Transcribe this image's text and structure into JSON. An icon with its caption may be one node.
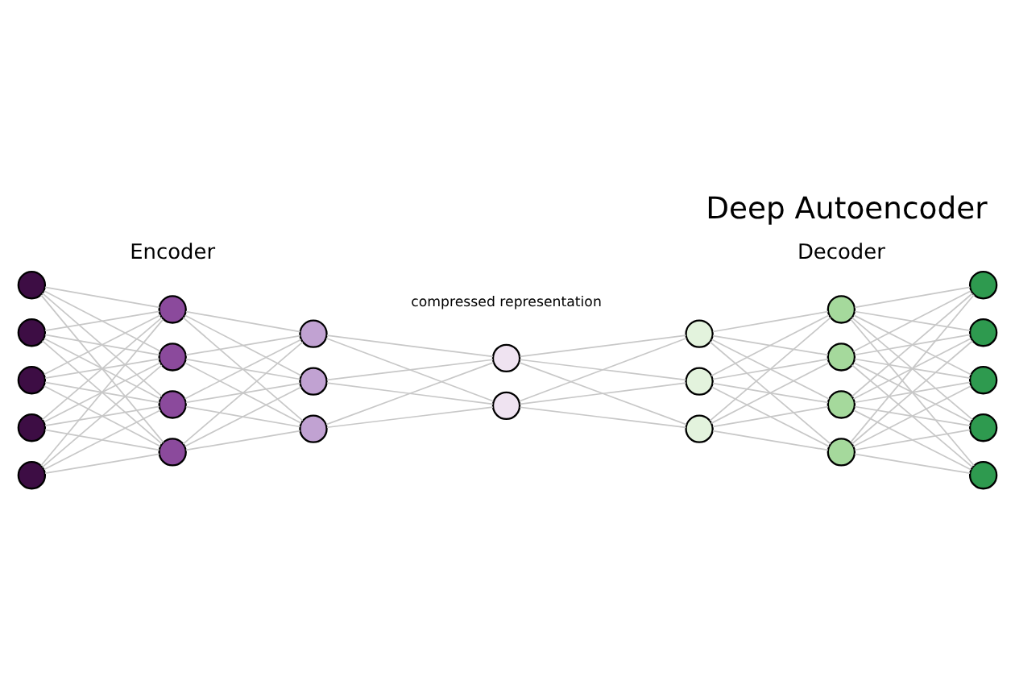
{
  "diagram": {
    "title": "Deep Autoencoder",
    "nodes": [
      {
        "text": [],
        "shape": "circle"
      },
      {
        "text": [],
        "shape": "circle"
      },
      {
        "text": [],
        "shape": "circle"
      },
      {
        "text": [],
        "shape": "circle"
      },
      {
        "text": [],
        "shape": "circle"
      },
      {
        "text": [],
        "shape": "circle"
      },
      {
        "text": [],
        "shape": "circle"
      },
      {
        "text": [],
        "shape": "circle"
      },
      {
        "text": [],
        "shape": "circle"
      },
      {
        "text": [],
        "shape": "circle"
      },
      {
        "text": [],
        "shape": "circle"
      },
      {
        "text": [],
        "shape": "circle"
      },
      {
        "text": [],
        "shape": "circle"
      },
      {
        "text": [],
        "shape": "circle"
      },
      {
        "text": [],
        "shape": "circle"
      },
      {
        "text": [],
        "shape": "circle"
      },
      {
        "text": [],
        "shape": "circle"
      },
      {
        "text": [],
        "shape": "circle"
      },
      {
        "text": [],
        "shape": "circle"
      },
      {
        "text": [],
        "shape": "circle"
      },
      {
        "text": [],
        "shape": "circle"
      },
      {
        "text": [],
        "shape": "circle"
      },
      {
        "text": [],
        "shape": "circle"
      },
      {
        "text": [],
        "shape": "circle"
      },
      {
        "text": [],
        "shape": "circle"
      },
      {
        "text": [],
        "shape": "circle"
      }
    ],
    "edges": [
      {
        "from": 0,
        "to": 5,
        "arrow": "none"
      },
      {
        "from": 0,
        "to": 6,
        "arrow": "none"
      },
      {
        "from": 0,
        "to": 7,
        "arrow": "none"
      },
      {
        "from": 0,
        "to": 8,
        "arrow": "none"
      },
      {
        "from": 1,
        "to": 5,
        "arrow": "none"
      },
      {
        "from": 1,
        "to": 6,
        "arrow": "none"
      },
      {
        "from": 1,
        "to": 7,
        "arrow": "none"
      },
      {
        "from": 1,
        "to": 8,
        "arrow": "none"
      },
      {
        "from": 2,
        "to": 5,
        "arrow": "none"
      },
      {
        "from": 2,
        "to": 6,
        "arrow": "none"
      },
      {
        "from": 2,
        "to": 7,
        "arrow": "none"
      },
      {
        "from": 2,
        "to": 8,
        "arrow": "none"
      },
      {
        "from": 3,
        "to": 5,
        "arrow": "none"
      },
      {
        "from": 3,
        "to": 6,
        "arrow": "none"
      },
      {
        "from": 3,
        "to": 7,
        "arrow": "none"
      },
      {
        "from": 3,
        "to": 8,
        "arrow": "none"
      },
      {
        "from": 4,
        "to": 5,
        "arrow": "none"
      },
      {
        "from": 4,
        "to": 6,
        "arrow": "none"
      },
      {
        "from": 4,
        "to": 7,
        "arrow": "none"
      },
      {
        "from": 4,
        "to": 8,
        "arrow": "none"
      },
      {
        "from": 5,
        "to": 9,
        "arrow": "none"
      },
      {
        "from": 5,
        "to": 10,
        "arrow": "none"
      },
      {
        "from": 5,
        "to": 11,
        "arrow": "none"
      },
      {
        "from": 6,
        "to": 9,
        "arrow": "none"
      },
      {
        "from": 6,
        "to": 10,
        "arrow": "none"
      },
      {
        "from": 6,
        "to": 11,
        "arrow": "none"
      },
      {
        "from": 7,
        "to": 9,
        "arrow": "none"
      },
      {
        "from": 7,
        "to": 10,
        "arrow": "none"
      },
      {
        "from": 7,
        "to": 11,
        "arrow": "none"
      },
      {
        "from": 8,
        "to": 9,
        "arrow": "none"
      },
      {
        "from": 8,
        "to": 10,
        "arrow": "none"
      },
      {
        "from": 8,
        "to": 11,
        "arrow": "none"
      },
      {
        "from": 9,
        "to": 12,
        "arrow": "none"
      },
      {
        "from": 9,
        "to": 13,
        "arrow": "none"
      },
      {
        "from": 10,
        "to": 12,
        "arrow": "none"
      },
      {
        "from": 10,
        "to": 13,
        "arrow": "none"
      },
      {
        "from": 11,
        "to": 12,
        "arrow": "none"
      },
      {
        "from": 11,
        "to": 13,
        "arrow": "none"
      },
      {
        "from": 12,
        "to": 14,
        "arrow": "none"
      },
      {
        "from": 12,
        "to": 15,
        "arrow": "none"
      },
      {
        "from": 12,
        "to": 16,
        "arrow": "none"
      },
      {
        "from": 13,
        "to": 14,
        "arrow": "none"
      },
      {
        "from": 13,
        "to": 15,
        "arrow": "none"
      },
      {
        "from": 13,
        "to": 16,
        "arrow": "none"
      },
      {
        "from": 14,
        "to": 17,
        "arrow": "none"
      },
      {
        "from": 14,
        "to": 18,
        "arrow": "none"
      },
      {
        "from": 14,
        "to": 19,
        "arrow": "none"
      },
      {
        "from": 14,
        "to": 20,
        "arrow": "none"
      },
      {
        "from": 15,
        "to": 17,
        "arrow": "none"
      },
      {
        "from": 15,
        "to": 18,
        "arrow": "none"
      },
      {
        "from": 15,
        "to": 19,
        "arrow": "none"
      },
      {
        "from": 15,
        "to": 20,
        "arrow": "none"
      },
      {
        "from": 16,
        "to": 17,
        "arrow": "none"
      },
      {
        "from": 16,
        "to": 18,
        "arrow": "none"
      },
      {
        "from": 16,
        "to": 19,
        "arrow": "none"
      },
      {
        "from": 16,
        "to": 20,
        "arrow": "none"
      },
      {
        "from": 17,
        "to": 21,
        "arrow": "none"
      },
      {
        "from": 17,
        "to": 22,
        "arrow": "none"
      },
      {
        "from": 17,
        "to": 23,
        "arrow": "none"
      },
      {
        "from": 17,
        "to": 24,
        "arrow": "none"
      },
      {
        "from": 17,
        "to": 25,
        "arrow": "none"
      },
      {
        "from": 18,
        "to": 21,
        "arrow": "none"
      },
      {
        "from": 18,
        "to": 22,
        "arrow": "none"
      },
      {
        "from": 18,
        "to": 23,
        "arrow": "none"
      },
      {
        "from": 18,
        "to": 24,
        "arrow": "none"
      },
      {
        "from": 18,
        "to": 25,
        "arrow": "none"
      },
      {
        "from": 19,
        "to": 21,
        "arrow": "none"
      },
      {
        "from": 19,
        "to": 22,
        "arrow": "none"
      },
      {
        "from": 19,
        "to": 23,
        "arrow": "none"
      },
      {
        "from": 19,
        "to": 24,
        "arrow": "none"
      },
      {
        "from": 19,
        "to": 25,
        "arrow": "none"
      },
      {
        "from": 20,
        "to": 21,
        "arrow": "none"
      },
      {
        "from": 20,
        "to": 22,
        "arrow": "none"
      },
      {
        "from": 20,
        "to": 23,
        "arrow": "none"
      },
      {
        "from": 20,
        "to": 24,
        "arrow": "none"
      },
      {
        "from": 20,
        "to": 25,
        "arrow": "none"
      }
    ],
    "labels": [
      "Encoder",
      "compressed representation",
      "Decoder"
    ]
  }
}
